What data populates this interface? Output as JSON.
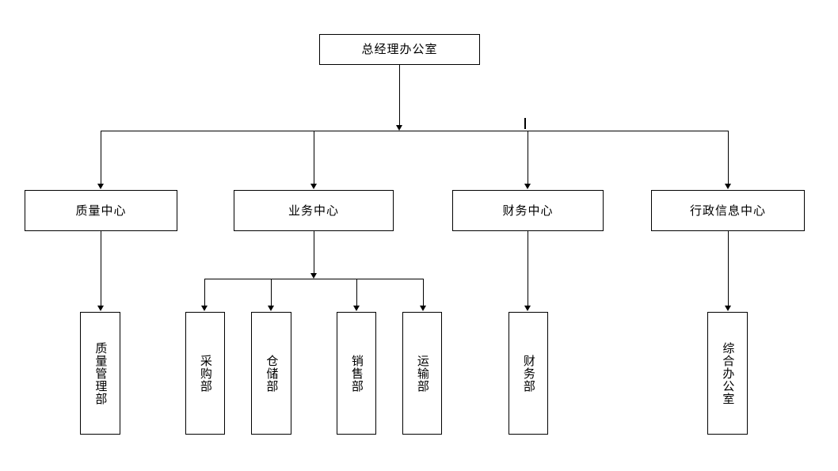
{
  "diagram": {
    "type": "organization-chart",
    "title_text": "",
    "orientation": "top-down",
    "line_color": "#000000",
    "box_fill": "#ffffff",
    "text_color": "#000000"
  },
  "nodes": {
    "root": {
      "label": "总经理办公室",
      "level": 1,
      "text_direction": "horizontal"
    },
    "level2": [
      {
        "id": "quality-center",
        "label": "质量中心",
        "text_direction": "horizontal"
      },
      {
        "id": "business-center",
        "label": "业务中心",
        "text_direction": "horizontal"
      },
      {
        "id": "finance-center",
        "label": "财务中心",
        "text_direction": "horizontal"
      },
      {
        "id": "admin-info-center",
        "label": "行政信息中心",
        "text_direction": "horizontal"
      }
    ],
    "level3": [
      {
        "id": "quality-management-dept",
        "label": "质量管理部",
        "parent": "quality-center",
        "text_direction": "vertical"
      },
      {
        "id": "purchasing-dept",
        "label": "采购部",
        "parent": "business-center",
        "text_direction": "vertical"
      },
      {
        "id": "warehousing-dept",
        "label": "仓储部",
        "parent": "business-center",
        "text_direction": "vertical"
      },
      {
        "id": "sales-dept",
        "label": "销售部",
        "parent": "business-center",
        "text_direction": "vertical"
      },
      {
        "id": "transport-dept",
        "label": "运输部",
        "parent": "business-center",
        "text_direction": "vertical"
      },
      {
        "id": "finance-dept",
        "label": "财务部",
        "parent": "finance-center",
        "text_direction": "vertical"
      },
      {
        "id": "general-office",
        "label": "综合办公室",
        "parent": "admin-info-center",
        "text_direction": "vertical"
      }
    ]
  }
}
